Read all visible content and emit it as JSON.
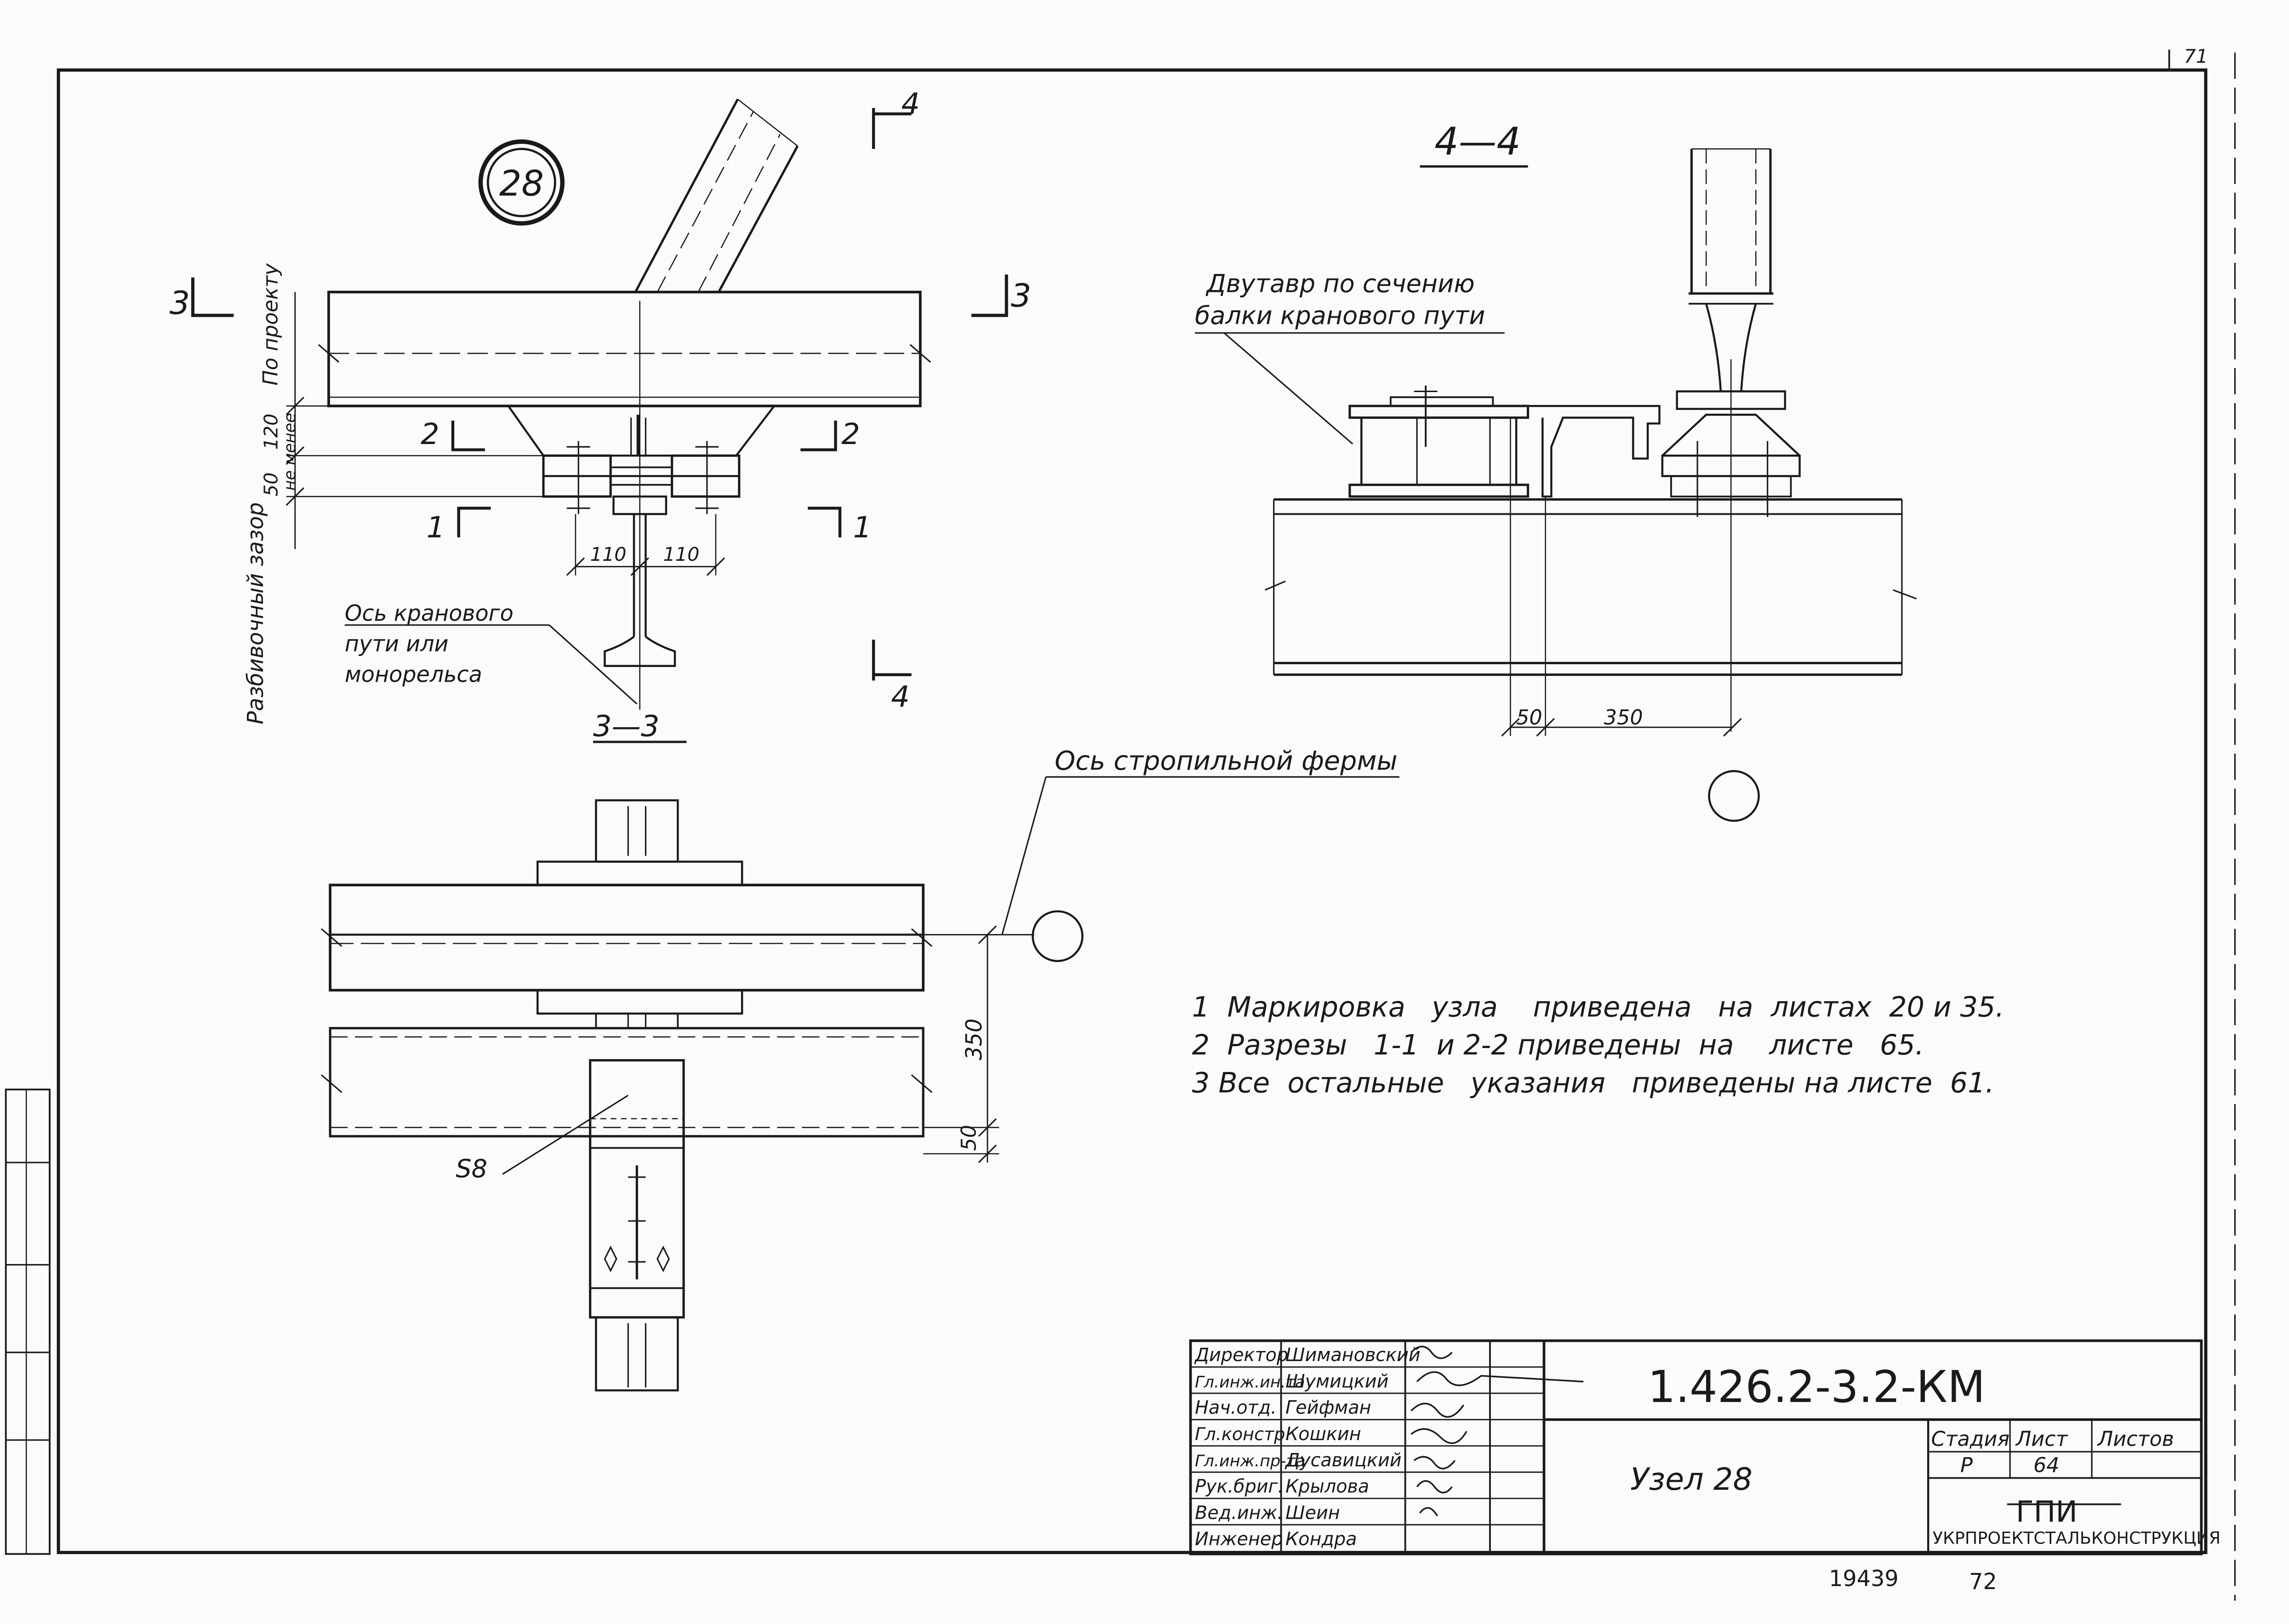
{
  "sheet_number_top": "71",
  "node_badge": "28",
  "section_3": "3",
  "section_4": "4",
  "section_2": "2",
  "section_1": "1",
  "title_4_4": "4—4",
  "title_3_3": "3—3",
  "label_po_proektu": "По проекту",
  "label_razbivochnyi_zazor": "Разбивочный зазор",
  "dim_120": "120",
  "label_ne_menee": "не менее",
  "dim_50_left": "50",
  "dim_110_a": "110",
  "dim_110_b": "110",
  "callout_crane_axis": [
    "Ось кранового",
    "пути  или",
    "монорельса"
  ],
  "callout_dvutavr": [
    "Двутавр по сечению",
    "балки кранового пути"
  ],
  "dim_50_right": "50",
  "dim_350_right": "350",
  "callout_truss_axis": "Ось стропильной фермы",
  "dim_350_plan": "350",
  "dim_50_plan": "50",
  "callout_s8": "S8",
  "notes": [
    "1  Маркировка   узла    приведена   на  листах  20 и 35.",
    "2  Разрезы   1-1  и 2-2 приведены  на    листе   65.",
    "3 Все  остальные   указания   приведены на листе  61."
  ],
  "title_block": {
    "roles": [
      "Директор",
      "Гл.инж.ин.та",
      "Нач.отд.",
      "Гл.констр.",
      "Гл.инж.пр-та",
      "Рук.бриг.",
      "Вед.инж.",
      "Инженер"
    ],
    "names": [
      "Шимановский",
      "Шумицкий",
      "Гейфман",
      "Кошкин",
      "Дусавицкий",
      "Крылова",
      "Шеин",
      "Кондра"
    ],
    "doc_code": "1.426.2-3.2-КМ",
    "node_title": "Узел 28",
    "col_stage": "Стадия",
    "col_sheet": "Лист",
    "col_sheets": "Листов",
    "stage": "Р",
    "sheet": "64",
    "org_short": "ГПИ",
    "org_full": "УКРПРОЕКТСТАЛЬКОНСТРУКЦИЯ"
  },
  "archive_number": "19439",
  "archive_suffix": "72"
}
